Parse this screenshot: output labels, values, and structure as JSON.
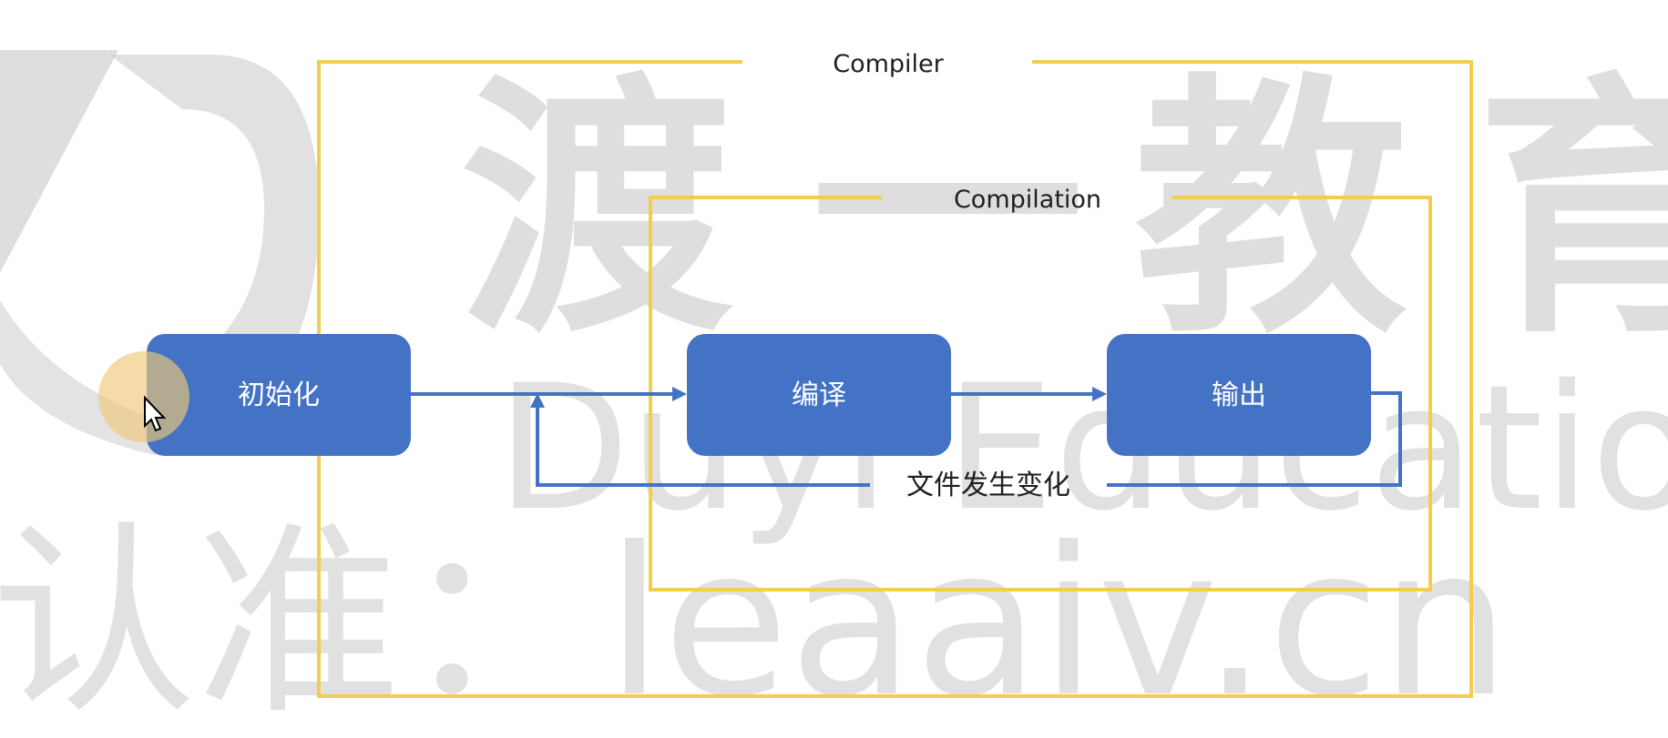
{
  "frames": {
    "compiler": {
      "label": "Compiler"
    },
    "compilation": {
      "label": "Compilation"
    }
  },
  "nodes": {
    "init": {
      "label": "初始化"
    },
    "compile": {
      "label": "编译"
    },
    "output": {
      "label": "输出"
    }
  },
  "edges": {
    "file_change": {
      "label": "文件发生变化"
    }
  },
  "watermark": {
    "brand_chars": [
      "渡",
      "一",
      "教",
      "育"
    ],
    "latin": "Duyi Education",
    "line": "认准：leaaiv.cn"
  },
  "colors": {
    "frame_stroke": "#f2cd4e",
    "node_fill": "#4472c4",
    "edge_stroke": "#4472c4",
    "watermark": "#c8c8c8"
  }
}
